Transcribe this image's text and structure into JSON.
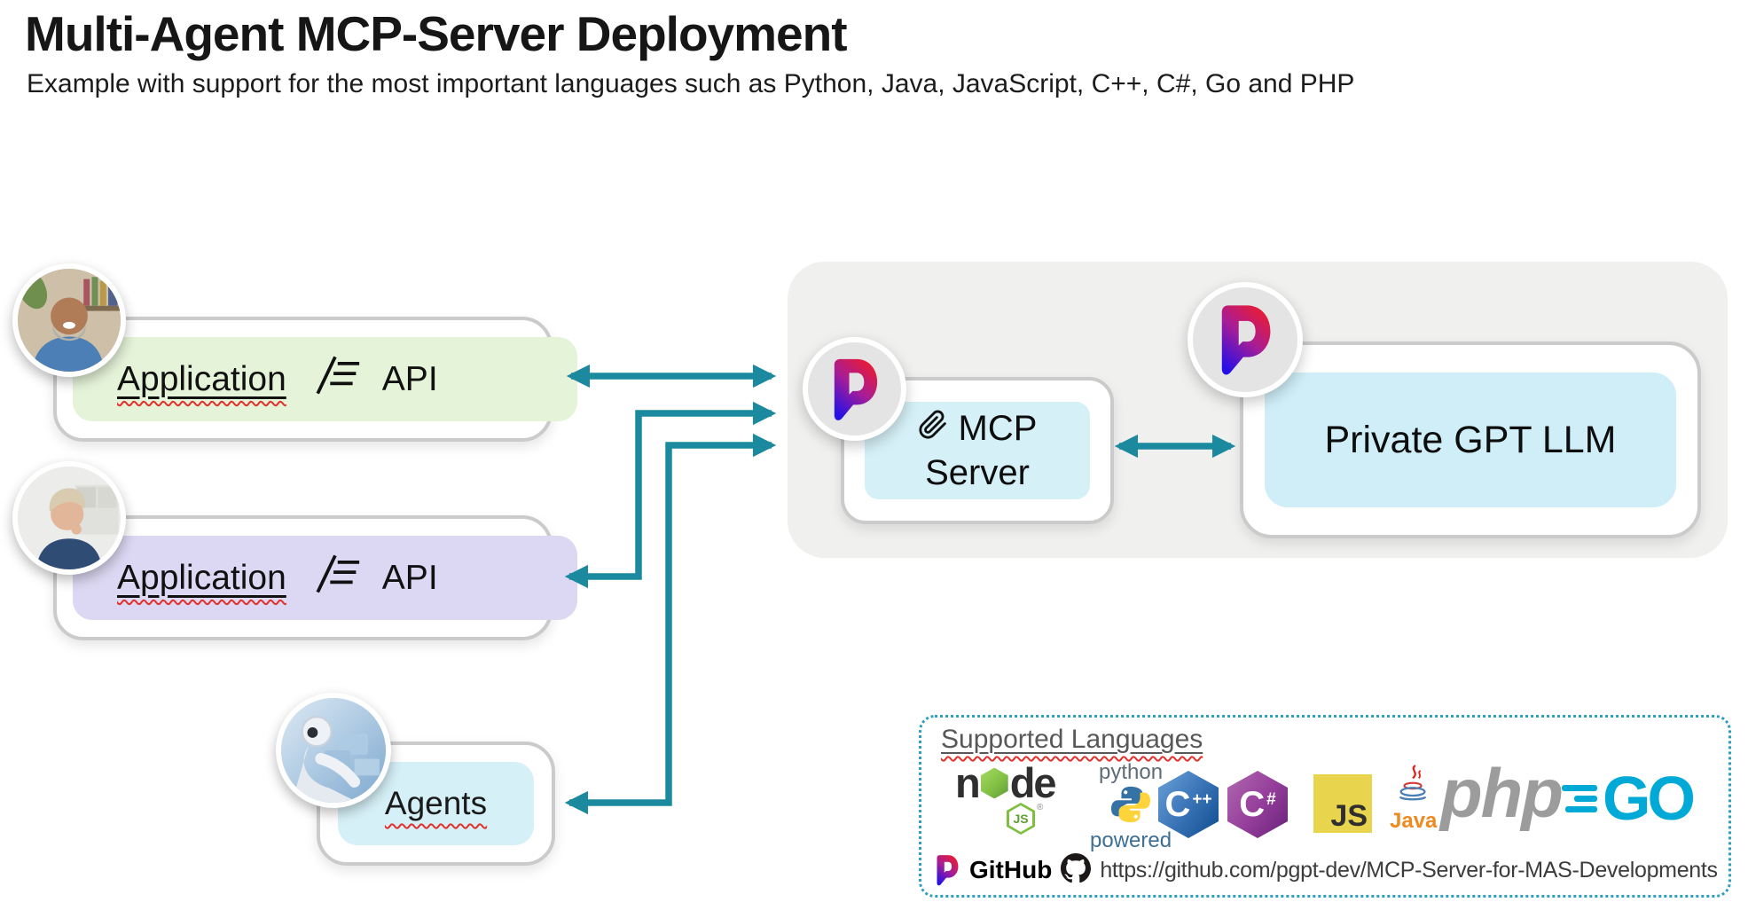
{
  "header": {
    "title": "Multi-Agent MCP-Server Deployment",
    "subtitle": "Example with support for the most important languages such as Python, Java, JavaScript, C++, C#, Go and PHP"
  },
  "left_nodes": {
    "app1_label": "Application",
    "app1_api": "API",
    "app2_label": "Application",
    "app2_api": "API",
    "agents_label": "Agents"
  },
  "server_group": {
    "mcp_line1": "MCP",
    "mcp_line2": "Server",
    "gpt_label": "Private GPT LLM"
  },
  "supported_panel": {
    "title": "Supported Languages",
    "github_label": "GitHub",
    "url": "https://github.com/pgpt-dev/MCP-Server-for-MAS-Developments",
    "logos": {
      "node_a": "n",
      "node_b": "de",
      "node_badge": "JS",
      "node_reg": "®",
      "python_top": "python",
      "python_bottom": "powered",
      "cpp_letter": "C",
      "cpp_suffix": "++",
      "cs_letter": "C",
      "cs_suffix": "#",
      "js": "JS",
      "java": "Java",
      "php": "php",
      "go": "GO"
    }
  },
  "icons": {
    "api_icon": "slash-with-list-lines",
    "mcp_icon": "paperclip-attachment",
    "github_icon": "octocat-mark",
    "pgpt_icon": "privategpt-p-speech-bubble"
  },
  "colors": {
    "arrow": "#1b8a9e",
    "app1_bg": "#e5f3d9",
    "app2_bg": "#dcd7f2",
    "agents_bg": "#d6f0f7",
    "mcp_bg": "#d5f0f7",
    "gpt_bg": "#cfeef7",
    "gray_container": "#f0f0ef",
    "panel_border": "#2e9fbe",
    "p_gradient_start": "#ed1b2e",
    "p_gradient_mid": "#a81d96",
    "p_gradient_end": "#2310e8"
  }
}
